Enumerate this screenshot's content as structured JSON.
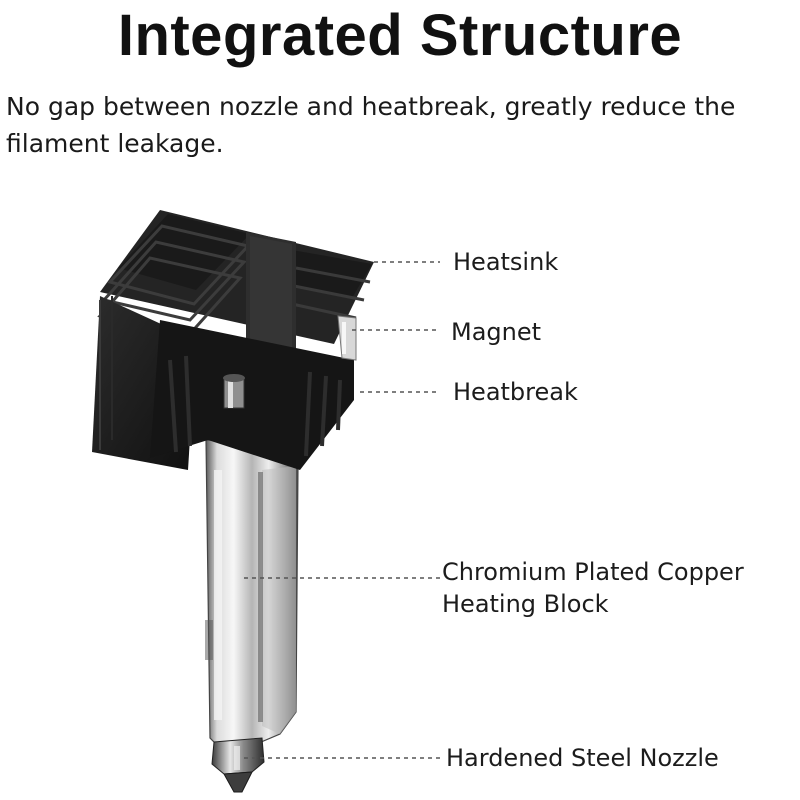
{
  "header": {
    "title": "Integrated Structure",
    "subtitle": "No gap between nozzle and heatbreak, greatly reduce the filament leakage."
  },
  "callouts": [
    {
      "label": "Heatsink"
    },
    {
      "label": "Magnet"
    },
    {
      "label": "Heatbreak"
    },
    {
      "label": "Chromium Plated Copper",
      "label2": "Heating Block"
    },
    {
      "label": "Hardened Steel Nozzle"
    }
  ],
  "colors": {
    "heatsink": "#1b1b1b",
    "fin_highlight": "#3a3a3a",
    "chrome": "#c9c9c9",
    "leader_line": "#555555"
  }
}
